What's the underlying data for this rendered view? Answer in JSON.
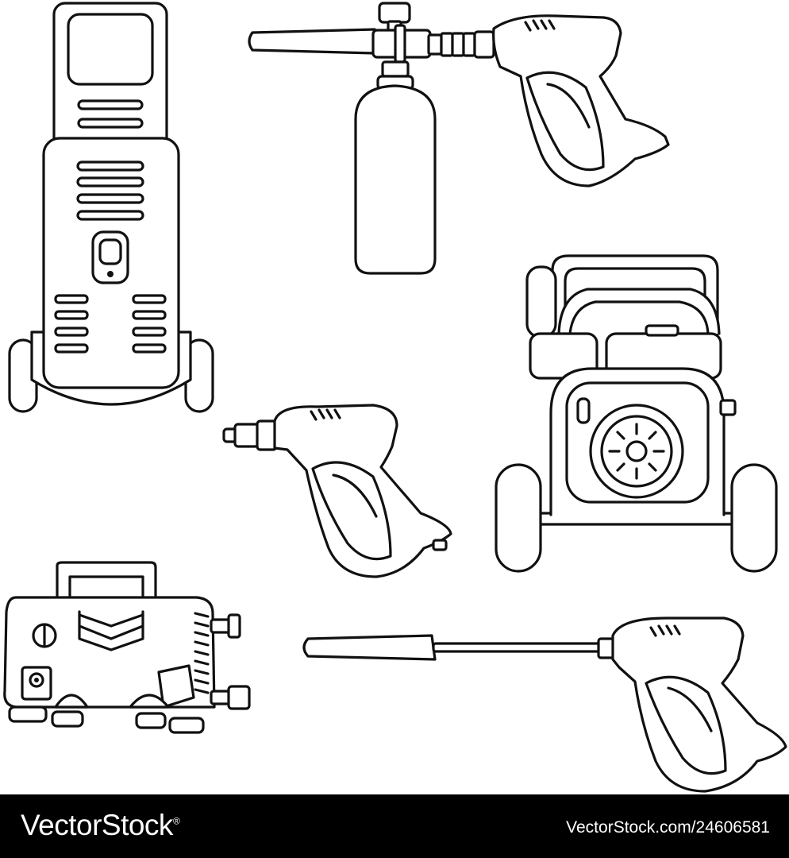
{
  "illustration": {
    "items": [
      "upright-pressure-washer",
      "foam-cannon-gun",
      "wheeled-gas-pressure-washer",
      "trigger-spray-gun",
      "compact-pressure-washer",
      "spray-gun-with-lance"
    ],
    "stroke_color": "#111111",
    "background_color": "#ffffff"
  },
  "footer": {
    "brand": "VectorStock",
    "brand_mark": "®",
    "credit": "VectorStock.com/24606581",
    "background_color": "#000000",
    "text_color": "#ffffff"
  }
}
